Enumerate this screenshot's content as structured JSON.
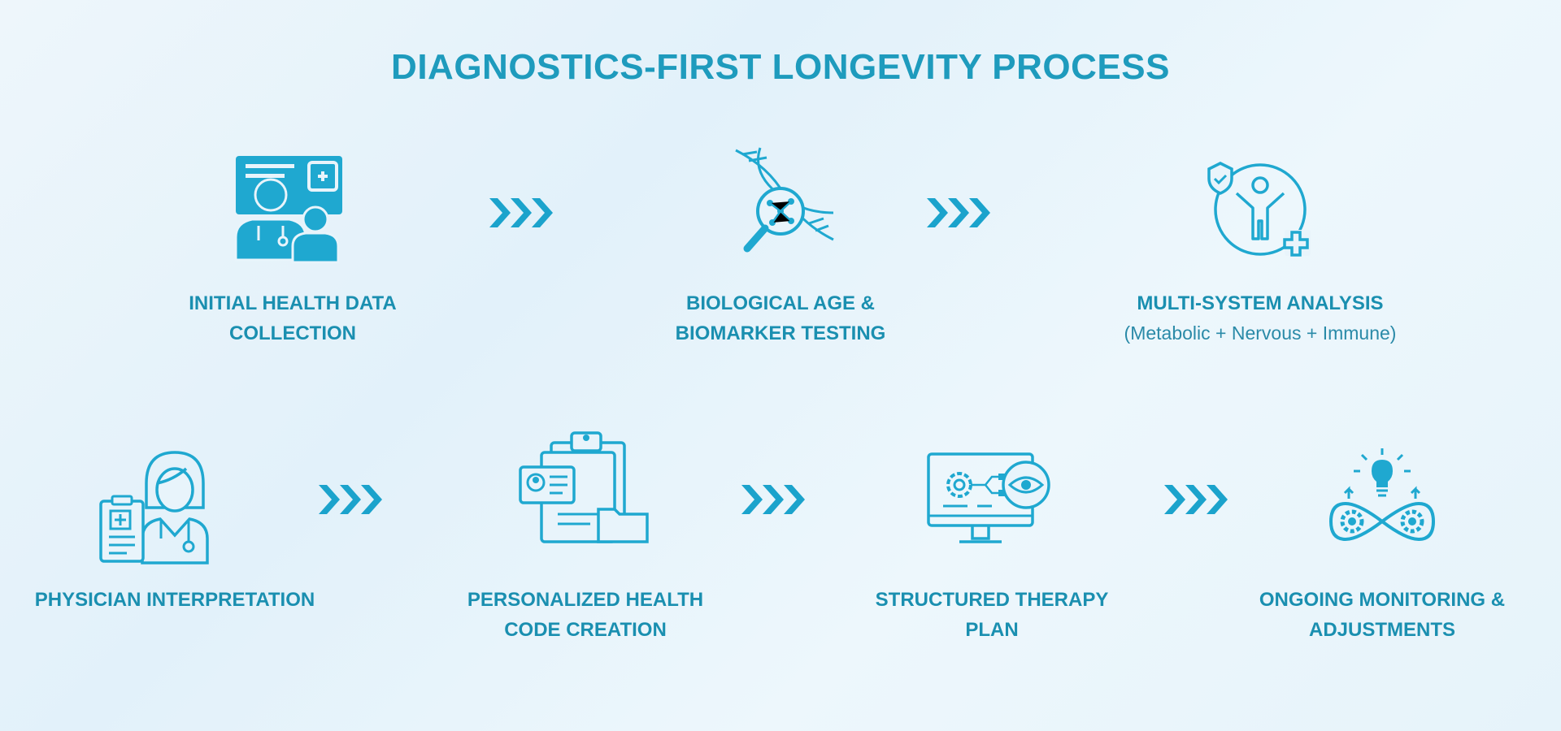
{
  "title": "DIAGNOSTICS-FIRST LONGEVITY PROCESS",
  "colors": {
    "accent": "#1e9bbd",
    "icon": "#1fa8d0",
    "arrow": "#1ba3cc",
    "background": "#e8f4fb"
  },
  "steps": [
    {
      "icon": "doctor-patient-record-icon",
      "label_lines": [
        "INITIAL HEALTH DATA",
        "COLLECTION"
      ]
    },
    {
      "icon": "dna-magnifier-icon",
      "label_lines": [
        "BIOLOGICAL AGE &",
        "BIOMARKER TESTING"
      ]
    },
    {
      "icon": "shield-person-plus-icon",
      "label_lines": [
        "MULTI-SYSTEM ANALYSIS"
      ],
      "sublabel": "(Metabolic + Nervous + Immune)"
    },
    {
      "icon": "physician-clipboard-icon",
      "label_lines": [
        "PHYSICIAN INTERPRETATION"
      ]
    },
    {
      "icon": "clipboard-id-folder-icon",
      "label_lines": [
        "PERSONALIZED HEALTH",
        "CODE CREATION"
      ]
    },
    {
      "icon": "monitor-gear-eye-icon",
      "label_lines": [
        "STRUCTURED THERAPY",
        "PLAN"
      ]
    },
    {
      "icon": "lightbulb-gears-infinity-icon",
      "label_lines": [
        "ONGOING MONITORING &",
        "ADJUSTMENTS"
      ]
    }
  ]
}
